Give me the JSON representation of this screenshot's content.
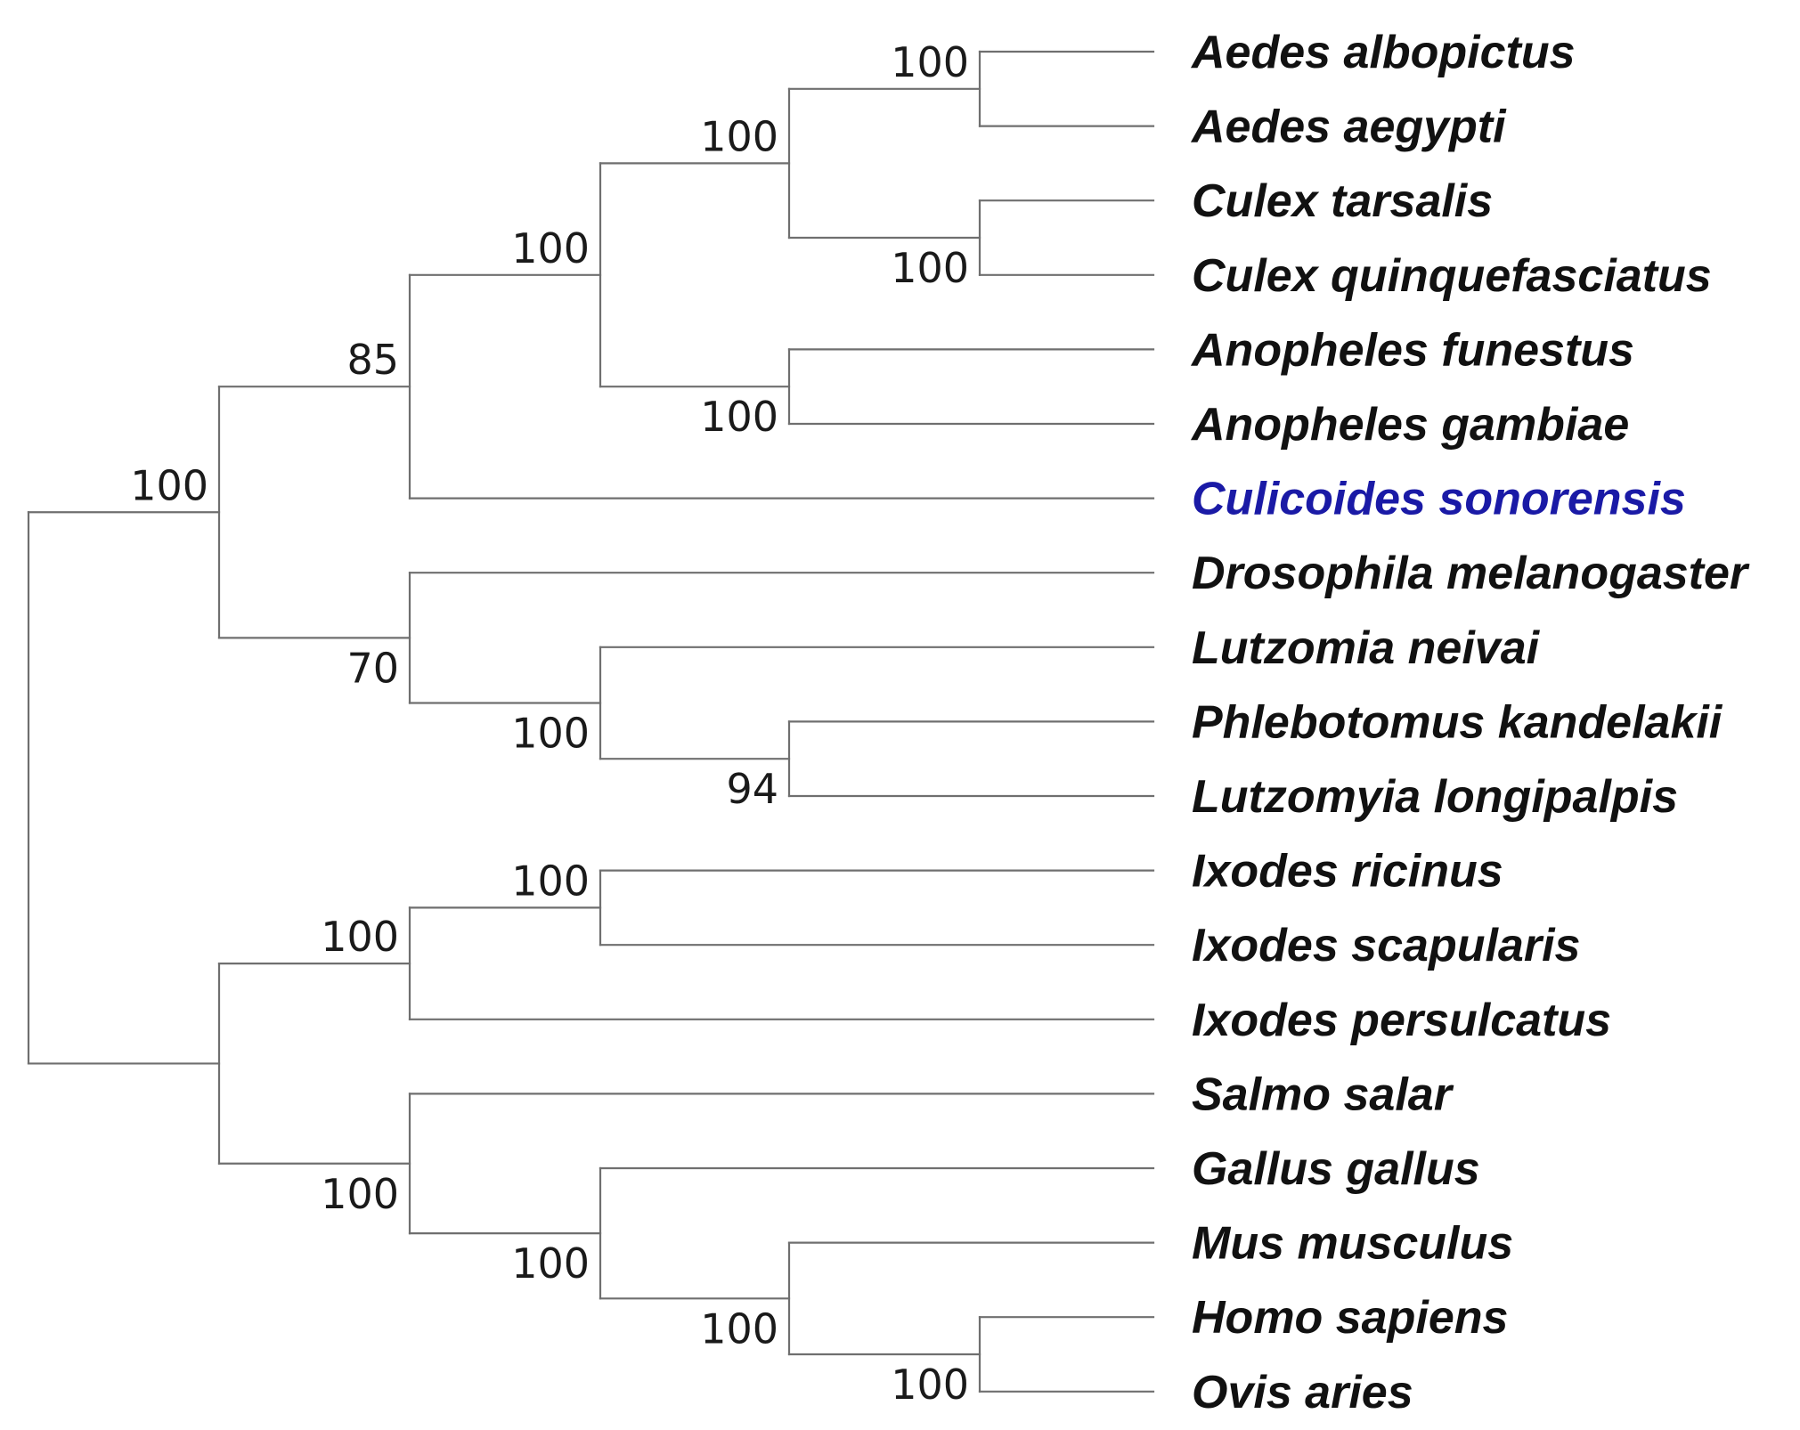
{
  "colors": {
    "branch": "#6f6f6f",
    "label": "#111111",
    "highlight": "#1a1aa6"
  },
  "taxa": [
    {
      "name": "Aedes albopictus"
    },
    {
      "name": "Aedes aegypti"
    },
    {
      "name": "Culex tarsalis"
    },
    {
      "name": "Culex quinquefasciatus"
    },
    {
      "name": "Anopheles funestus"
    },
    {
      "name": "Anopheles gambiae"
    },
    {
      "name": "Culicoides sonorensis",
      "highlight": true
    },
    {
      "name": "Drosophila melanogaster"
    },
    {
      "name": "Lutzomia neivai"
    },
    {
      "name": "Phlebotomus kandelakii"
    },
    {
      "name": "Lutzomyia longipalpis"
    },
    {
      "name": "Ixodes ricinus"
    },
    {
      "name": "Ixodes scapularis"
    },
    {
      "name": "Ixodes persulcatus"
    },
    {
      "name": "Salmo salar"
    },
    {
      "name": "Gallus gallus"
    },
    {
      "name": "Mus musculus"
    },
    {
      "name": "Homo sapiens"
    },
    {
      "name": "Ovis aries"
    }
  ],
  "tree": {
    "support": "",
    "children": [
      {
        "support": "100",
        "children": [
          {
            "support": "85",
            "children": [
              {
                "support": "100",
                "children": [
                  {
                    "support": "100",
                    "children": [
                      {
                        "support": "100",
                        "children": [
                          {
                            "taxon": 0
                          },
                          {
                            "taxon": 1
                          }
                        ]
                      },
                      {
                        "support": "100",
                        "children": [
                          {
                            "taxon": 2
                          },
                          {
                            "taxon": 3
                          }
                        ]
                      }
                    ]
                  },
                  {
                    "support": "100",
                    "children": [
                      {
                        "taxon": 4
                      },
                      {
                        "taxon": 5
                      }
                    ]
                  }
                ]
              },
              {
                "taxon": 6
              }
            ]
          },
          {
            "support": "70",
            "children": [
              {
                "taxon": 7
              },
              {
                "support": "100",
                "children": [
                  {
                    "taxon": 8
                  },
                  {
                    "support": "94",
                    "children": [
                      {
                        "taxon": 9
                      },
                      {
                        "taxon": 10
                      }
                    ]
                  }
                ]
              }
            ]
          }
        ]
      },
      {
        "support": "",
        "children": [
          {
            "support": "100",
            "children": [
              {
                "support": "100",
                "children": [
                  {
                    "taxon": 11
                  },
                  {
                    "taxon": 12
                  }
                ]
              },
              {
                "taxon": 13
              }
            ]
          },
          {
            "support": "100",
            "children": [
              {
                "taxon": 14
              },
              {
                "support": "100",
                "children": [
                  {
                    "taxon": 15
                  },
                  {
                    "support": "100",
                    "children": [
                      {
                        "taxon": 16
                      },
                      {
                        "support": "100",
                        "children": [
                          {
                            "taxon": 17
                          },
                          {
                            "taxon": 18
                          }
                        ]
                      }
                    ]
                  }
                ]
              }
            ]
          }
        ]
      }
    ]
  }
}
